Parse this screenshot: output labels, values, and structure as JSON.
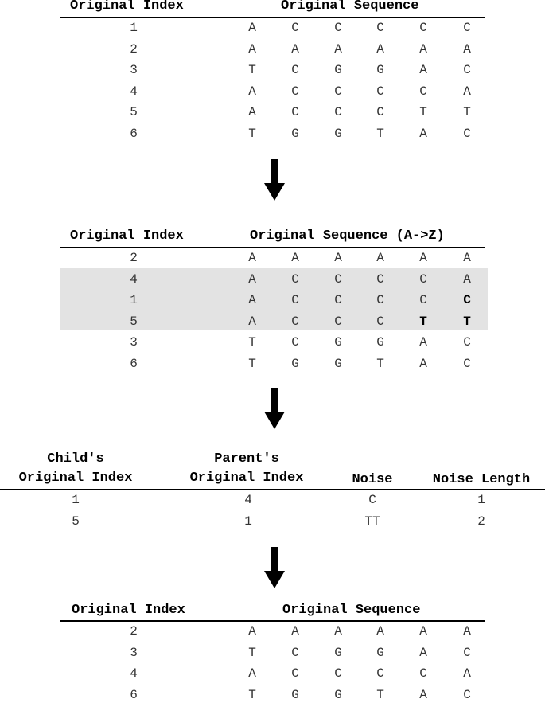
{
  "table1": {
    "header_index": "Original Index",
    "header_sequence": "Original Sequence",
    "rows": [
      {
        "index": "1",
        "seq": [
          "A",
          "C",
          "C",
          "C",
          "C",
          "C"
        ]
      },
      {
        "index": "2",
        "seq": [
          "A",
          "A",
          "A",
          "A",
          "A",
          "A"
        ]
      },
      {
        "index": "3",
        "seq": [
          "T",
          "C",
          "G",
          "G",
          "A",
          "C"
        ]
      },
      {
        "index": "4",
        "seq": [
          "A",
          "C",
          "C",
          "C",
          "C",
          "A"
        ]
      },
      {
        "index": "5",
        "seq": [
          "A",
          "C",
          "C",
          "C",
          "T",
          "T"
        ]
      },
      {
        "index": "6",
        "seq": [
          "T",
          "G",
          "G",
          "T",
          "A",
          "C"
        ]
      }
    ]
  },
  "table2": {
    "header_index": "Original Index",
    "header_sequence": "Original Sequence (A->Z)",
    "rows": [
      {
        "index": "2",
        "seq": [
          "A",
          "A",
          "A",
          "A",
          "A",
          "A"
        ]
      },
      {
        "index": "4",
        "seq": [
          "A",
          "C",
          "C",
          "C",
          "C",
          "A"
        ]
      },
      {
        "index": "1",
        "seq": [
          "A",
          "C",
          "C",
          "C",
          "C",
          "C"
        ]
      },
      {
        "index": "5",
        "seq": [
          "A",
          "C",
          "C",
          "C",
          "T",
          "T"
        ]
      },
      {
        "index": "3",
        "seq": [
          "T",
          "C",
          "G",
          "G",
          "A",
          "C"
        ]
      },
      {
        "index": "6",
        "seq": [
          "T",
          "G",
          "G",
          "T",
          "A",
          "C"
        ]
      }
    ],
    "bold_cells": [
      [
        2,
        5
      ],
      [
        3,
        4
      ],
      [
        3,
        5
      ]
    ]
  },
  "table3": {
    "header_child_line1": "Child's",
    "header_child_line2": "Original Index",
    "header_parent_line1": "Parent's",
    "header_parent_line2": "Original Index",
    "header_noise": "Noise",
    "header_noise_length": "Noise Length",
    "rows": [
      {
        "child": "1",
        "parent": "4",
        "noise": "C",
        "length": "1"
      },
      {
        "child": "5",
        "parent": "1",
        "noise": "TT",
        "length": "2"
      }
    ]
  },
  "table4": {
    "header_index": "Original Index",
    "header_sequence": "Original Sequence",
    "rows": [
      {
        "index": "2",
        "seq": [
          "A",
          "A",
          "A",
          "A",
          "A",
          "A"
        ]
      },
      {
        "index": "3",
        "seq": [
          "T",
          "C",
          "G",
          "G",
          "A",
          "C"
        ]
      },
      {
        "index": "4",
        "seq": [
          "A",
          "C",
          "C",
          "C",
          "C",
          "A"
        ]
      },
      {
        "index": "6",
        "seq": [
          "T",
          "G",
          "G",
          "T",
          "A",
          "C"
        ]
      }
    ]
  }
}
